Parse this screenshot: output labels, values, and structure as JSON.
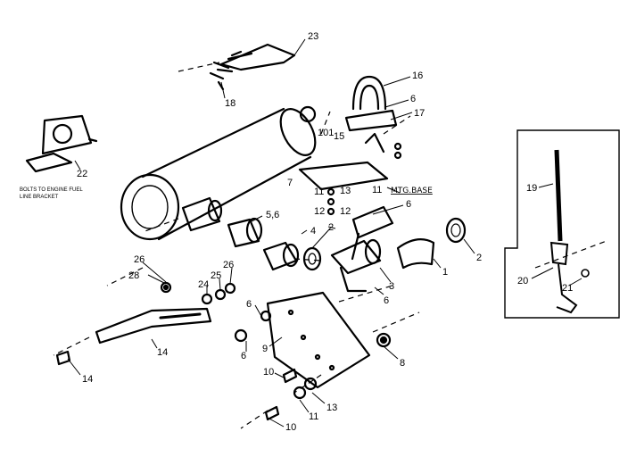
{
  "callouts": {
    "c1": "1",
    "c2a": "2",
    "c2b": "2",
    "c3": "3",
    "c4": "4",
    "c5_6": "5,6",
    "c6a": "6",
    "c6b": "6",
    "c6c": "6",
    "c6d": "6",
    "c6e": "6",
    "c7": "7",
    "c8": "8",
    "c9": "9",
    "c10a": "10",
    "c10b": "10",
    "c11a": "11",
    "c11b": "11",
    "c11c": "11",
    "c12a": "12",
    "c12b": "12",
    "c13a": "13",
    "c13b": "13",
    "c14": "14",
    "c14b": "14",
    "c15": "15",
    "c16": "16",
    "c17": "17",
    "c18": "18",
    "c19": "19",
    "c20": "20",
    "c21": "21",
    "c22": "22",
    "c23": "23",
    "c24": "24",
    "c25": "25",
    "c26a": "26",
    "c26b": "26",
    "c28": "28",
    "c101": "101"
  },
  "labels": {
    "mtg_base": "MTG.BASE",
    "bolts_note_line1": "BOLTS TO ENGINE FUEL",
    "bolts_note_line2": "LINE BRACKET"
  },
  "icons": {
    "muffler": "muffler-cylinder-drawing",
    "bracket": "mounting-bracket-drawing",
    "inset": "inset-panel-drawing"
  }
}
